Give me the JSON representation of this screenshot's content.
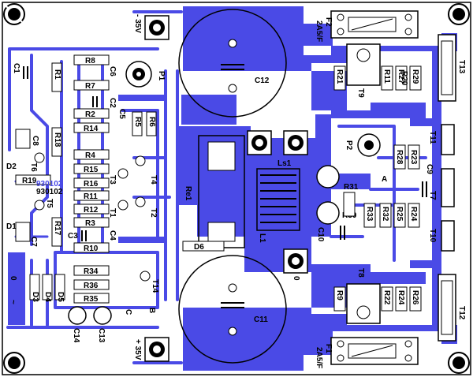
{
  "colors": {
    "background": "#ffffff",
    "copper": "#4a4ae6",
    "outline": "#000000",
    "pad": "#ffffff"
  },
  "power": {
    "minus_rail": "- 35V",
    "plus_rail": "+ 35V",
    "ground": "0"
  },
  "board_id": {
    "mirrored": "930102",
    "normal": "930102"
  },
  "capacitors": {
    "c12": "C12",
    "c11": "C11",
    "c1": "C1",
    "c2": "C2",
    "c3": "C3",
    "c4": "C4",
    "c5": "C5",
    "c6": "C6",
    "c7": "C7",
    "c8": "C8",
    "c9": "C9",
    "c10": "C10",
    "c13": "C13",
    "c14": "C14"
  },
  "resistors": {
    "r1": "R1",
    "r2": "R2",
    "r3": "R3",
    "r4": "R4",
    "r5": "R5",
    "r6": "R6",
    "r7": "R7",
    "r8": "R8",
    "r10": "R10",
    "r11": "R11",
    "r12": "R12",
    "r14": "R14",
    "r15": "R15",
    "r16": "R16",
    "r17": "R17",
    "r18": "R18",
    "r19": "R19",
    "r20": "R20",
    "r21": "R21",
    "r22": "R22",
    "r24": "R24",
    "r25": "R25",
    "r26": "R26",
    "r27": "R27",
    "r28": "R28",
    "r29": "R29",
    "r30": "R30",
    "r31": "R31",
    "r32": "R32",
    "r33": "R33",
    "r34": "R34",
    "r35": "R35",
    "r36": "R36"
  },
  "semis": {
    "d1": "D1",
    "d2": "D2",
    "d3": "D3",
    "d4": "D4",
    "d5": "D5",
    "d6": "D6",
    "t1": "T1",
    "t2": "T2",
    "t3": "T3",
    "t4": "T4",
    "t5": "T5",
    "t6": "T6",
    "t7": "T7",
    "t8": "T8",
    "t9": "T9",
    "t10": "T10",
    "t11": "T11",
    "t12": "T12",
    "t13": "T13",
    "t14": "T14"
  },
  "others": {
    "p1": "P1",
    "p2": "P2",
    "re1": "Re1",
    "ls1": "Ls1",
    "l1": "L1",
    "f1": "F1",
    "f2": "F2",
    "fuse_rating_top": "2A5/F",
    "fuse_rating_bottom": "2A5/F",
    "point_a": "A",
    "point_b": "B",
    "point_c": "C",
    "in_label": "0",
    "in_tilde": "~"
  }
}
